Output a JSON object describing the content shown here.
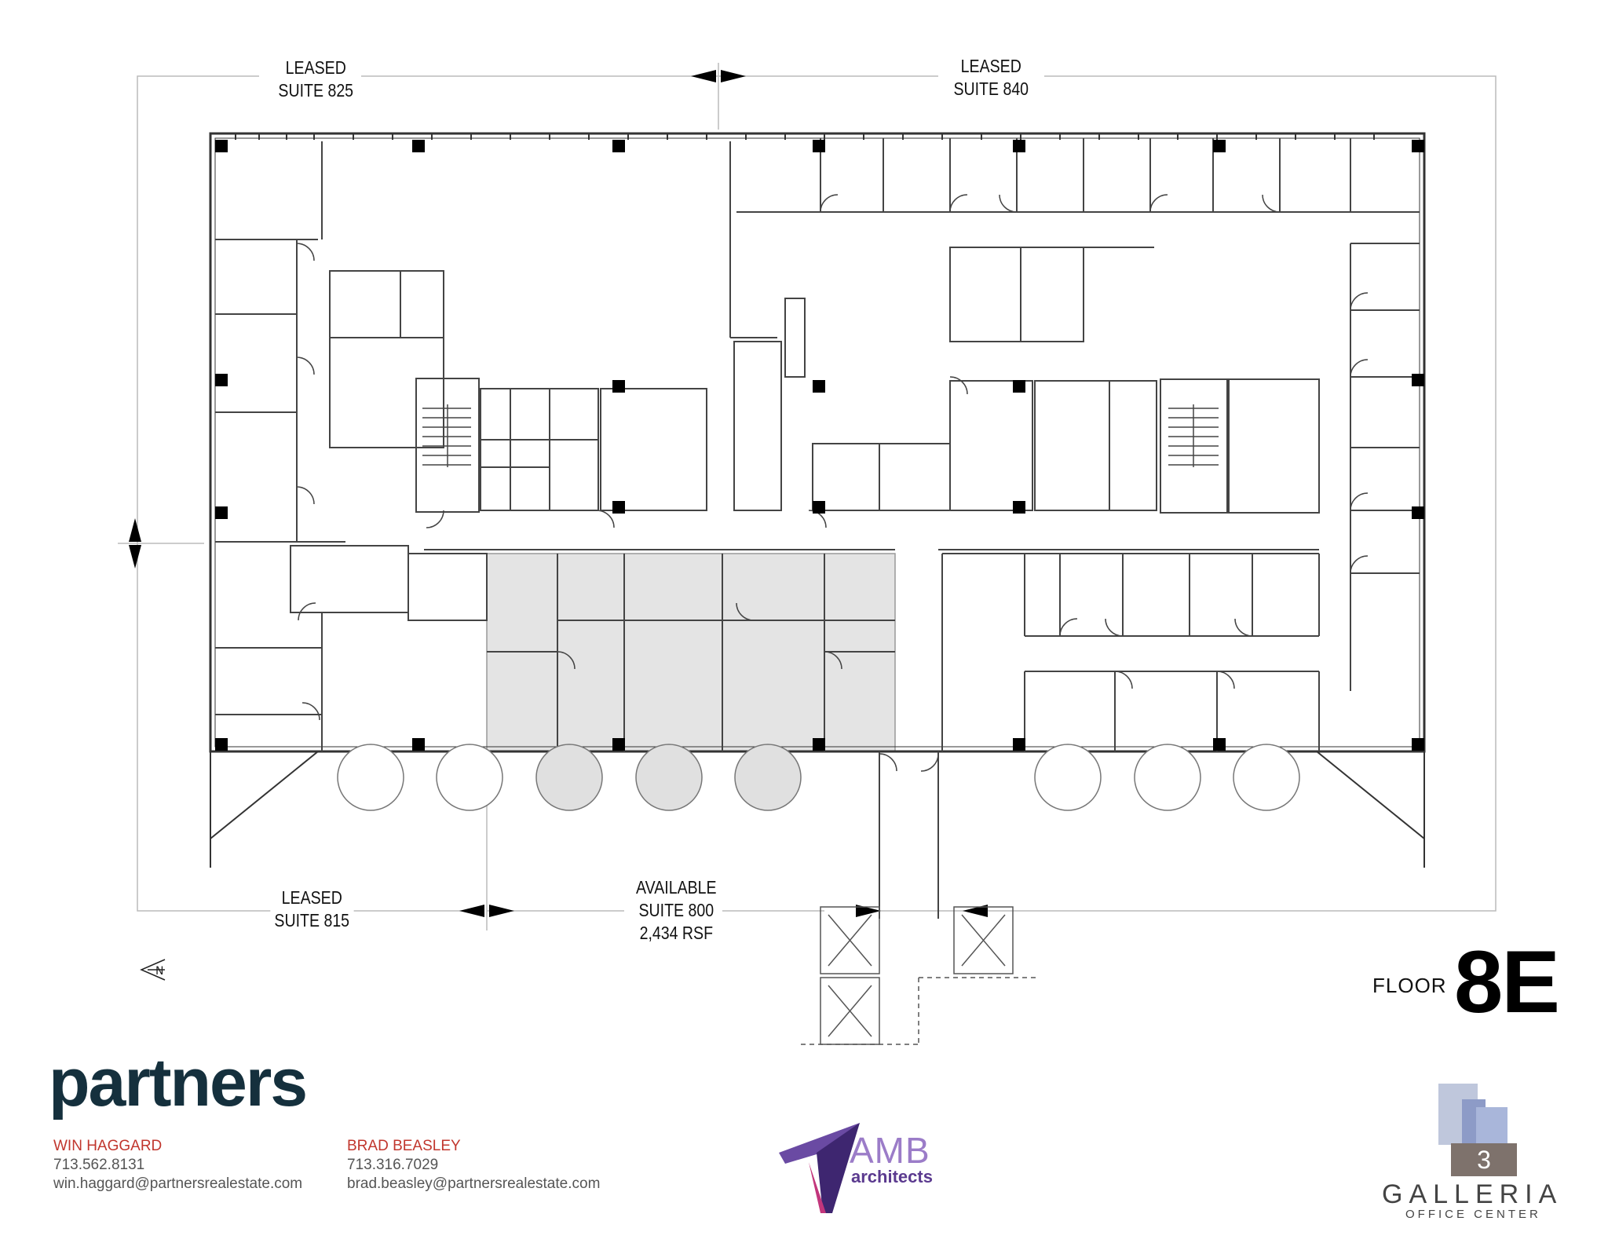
{
  "suites": {
    "s825": [
      "LEASED",
      "SUITE 825"
    ],
    "s840": [
      "LEASED",
      "SUITE 840"
    ],
    "s815": [
      "LEASED",
      "SUITE 815"
    ],
    "s800": [
      "AVAILABLE",
      "SUITE 800",
      "2,434 RSF"
    ]
  },
  "floor": {
    "label": "FLOOR",
    "number": "8E"
  },
  "compass": {
    "letter": "N"
  },
  "broker": {
    "brand": "partners",
    "contacts": [
      {
        "name": "WIN HAGGARD",
        "phone": "713.562.8131",
        "email": "win.haggard@partnersrealestate.com"
      },
      {
        "name": "BRAD BEASLEY",
        "phone": "713.316.7029",
        "email": "brad.beasley@partnersrealestate.com"
      }
    ]
  },
  "architect": {
    "name": "AMB",
    "sub": "architects"
  },
  "building": {
    "number": "3",
    "name": "GALLERIA",
    "sub": "OFFICE CENTER"
  },
  "colors": {
    "available_fill": "#e4e4e4",
    "partners_navy": "#15303d",
    "partners_red": "#c1362d",
    "amb_purple": "#5b3a8f",
    "galleria_taupe": "#7e726c"
  }
}
